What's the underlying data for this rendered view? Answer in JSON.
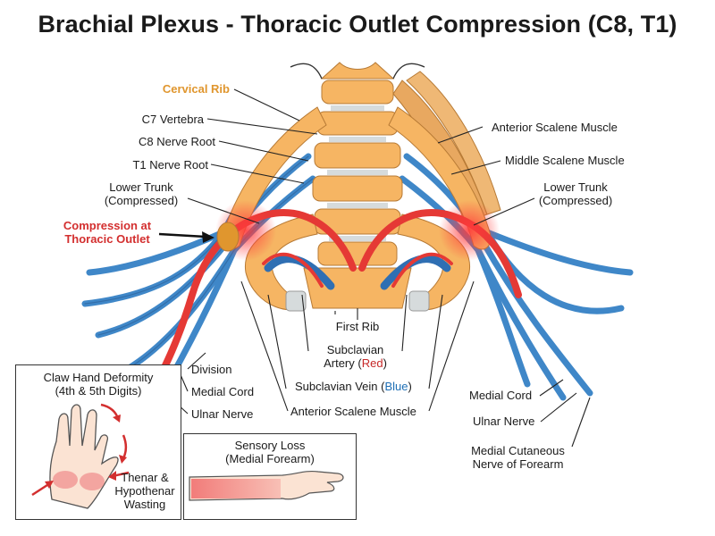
{
  "title": "Brachial Plexus - Thoracic Outlet Compression (C8, T1)",
  "colors": {
    "nerve": "#3f87c8",
    "artery": "#e53935",
    "vein": "#2f6fb3",
    "bone": "#f6b563",
    "cartilage": "#d6dbdc",
    "compression": "#e0962e",
    "warning": "#d32f2f"
  },
  "labels": {
    "cervical_rib": "Cervical Rib",
    "c7_vertebra": "C7 Vertebra",
    "c8_root": "C8 Nerve Root",
    "t1_root": "T1 Nerve Root",
    "lower_trunk_left_1": "Lower Trunk",
    "lower_trunk_left_2": "(Compressed)",
    "compression_1": "Compression at",
    "compression_2": "Thoracic Outlet",
    "anterior_scalene_top": "Anterior Scalene Muscle",
    "middle_scalene": "Middle Scalene Muscle",
    "lower_trunk_right_1": "Lower Trunk",
    "lower_trunk_right_2": "(Compressed)",
    "first_rib": "First Rib",
    "subclavian_artery_1": "Subclavian",
    "subclavian_artery_2a": "Artery (",
    "subclavian_artery_2b": "Red",
    "subclavian_artery_2c": ")",
    "subclavian_vein_a": "Subclavian Vein (",
    "subclavian_vein_b": "Blue",
    "subclavian_vein_c": ")",
    "division": "Division",
    "medial_cord_left": "Medial Cord",
    "ulnar_nerve_left": "Ulnar Nerve",
    "anterior_scalene_bottom": "Anterior Scalene Muscle",
    "medial_cord_right": "Medial Cord",
    "ulnar_nerve_right": "Ulnar Nerve",
    "medial_cutaneous_1": "Medial Cutaneous",
    "medial_cutaneous_2": "Nerve of Forearm"
  },
  "claw_box": {
    "title_1": "Claw Hand Deformity",
    "title_2": "(4th & 5th Digits)",
    "wasting_1": "Thenar &",
    "wasting_2": "Hypothenar",
    "wasting_3": "Wasting"
  },
  "sensory_box": {
    "title_1": "Sensory Loss",
    "title_2": "(Medial Forearm)"
  }
}
